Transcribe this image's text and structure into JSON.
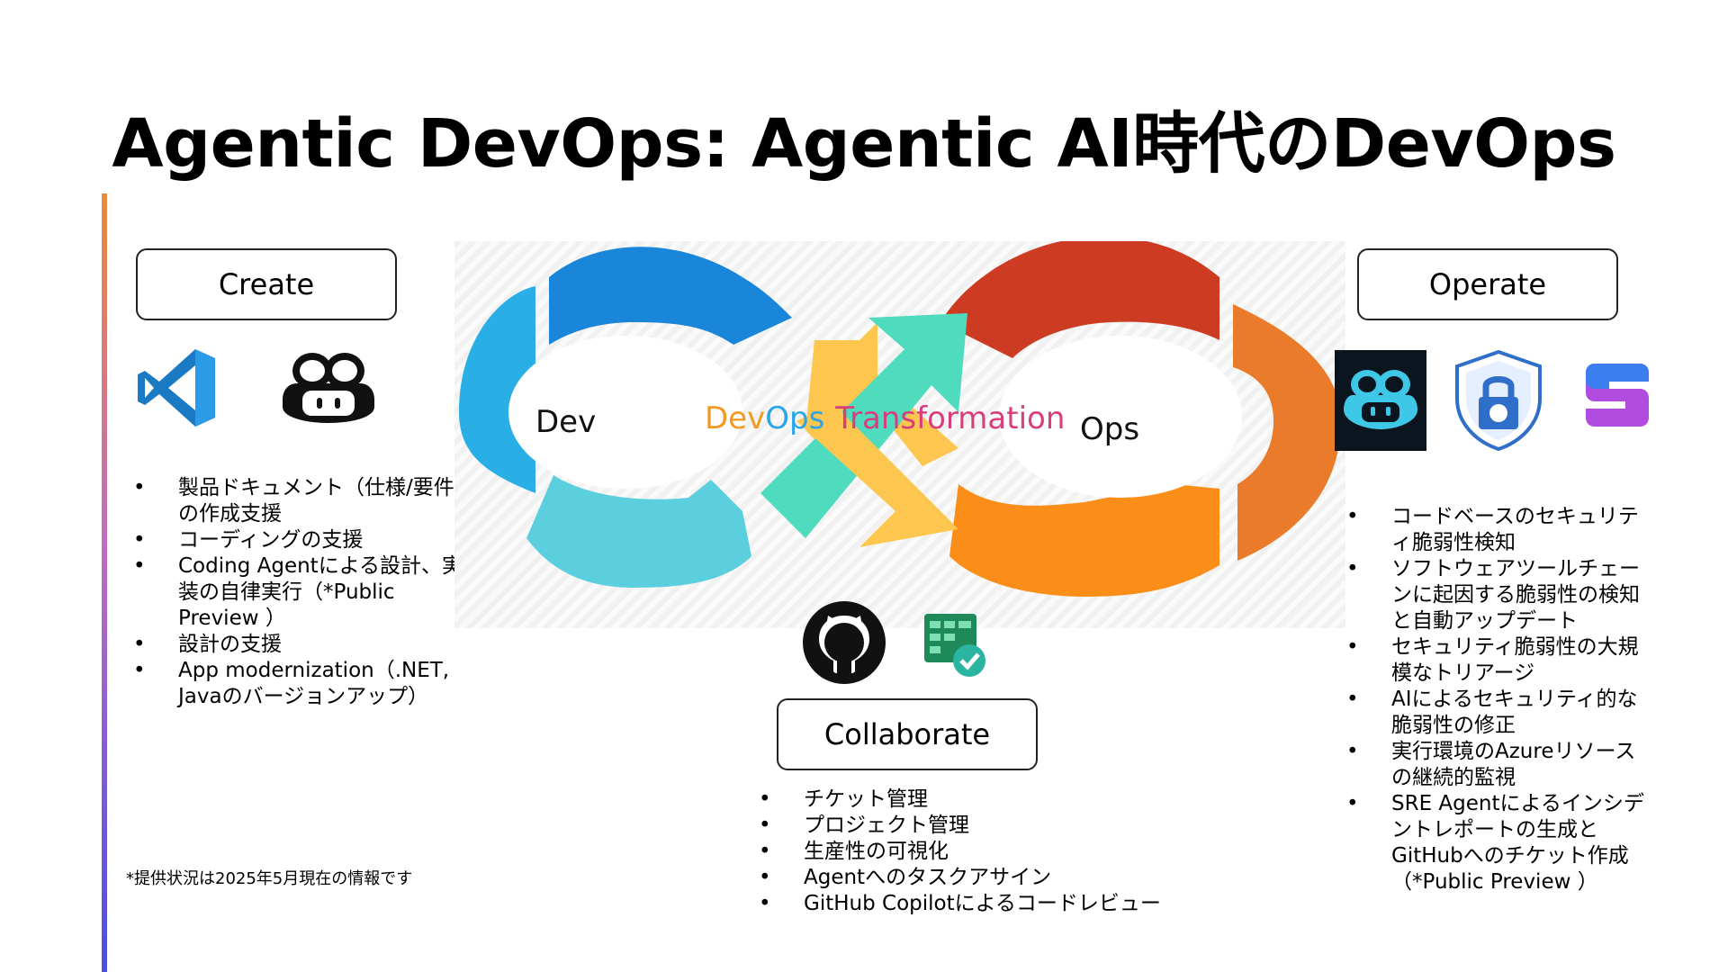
{
  "title": "Agentic DevOps: Agentic AI時代のDevOps",
  "create": {
    "label": "Create",
    "icons": [
      "vscode-icon",
      "copilot-icon"
    ],
    "bullets": [
      "製品ドキュメント（仕様/要件）の作成支援",
      "コーディングの支援",
      "Coding Agentによる設計、実装の自律実行（*Public Preview ）",
      "設計の支援",
      "App modernization（.NET, Javaのバージョンアップ）"
    ]
  },
  "operate": {
    "label": "Operate",
    "icons": [
      "copilot-dark-icon",
      "github-security-shield-icon",
      "sre-agent-icon"
    ],
    "bullets": [
      "コードベースのセキュリティ脆弱性検知",
      "ソフトウェアツールチェーンに起因する脆弱性の検知と自動アップデート",
      "セキュリティ脆弱性の大規模なトリアージ",
      "AIによるセキュリティ的な脆弱性の修正",
      "実行環境のAzureリソースの継続的監視",
      "SRE Agentによるインシデントレポートの生成とGitHubへのチケット作成（*Public Preview ）"
    ]
  },
  "collaborate": {
    "label": "Collaborate",
    "icons": [
      "github-icon",
      "planner-icon"
    ],
    "bullets": [
      "チケット管理",
      "プロジェクト管理",
      "生産性の可視化",
      "Agentへのタスクアサイン",
      "GitHub Copilotによるコードレビュー"
    ]
  },
  "diagram": {
    "dev": "Dev",
    "ops": "Ops",
    "dev_word": "Dev",
    "ops_word": "Ops",
    "transformation": "Transformation"
  },
  "note": "*提供状況は2025年5月現在の情報です",
  "colors": {
    "blue_dark": "#1a86d9",
    "blue_light": "#29aee6",
    "cyan": "#5ccfde",
    "red": "#cc3b22",
    "orange": "#ea7b2a",
    "orange_light": "#fb8d19",
    "yellow": "#fdc64f",
    "teal": "#4fdbbe"
  }
}
